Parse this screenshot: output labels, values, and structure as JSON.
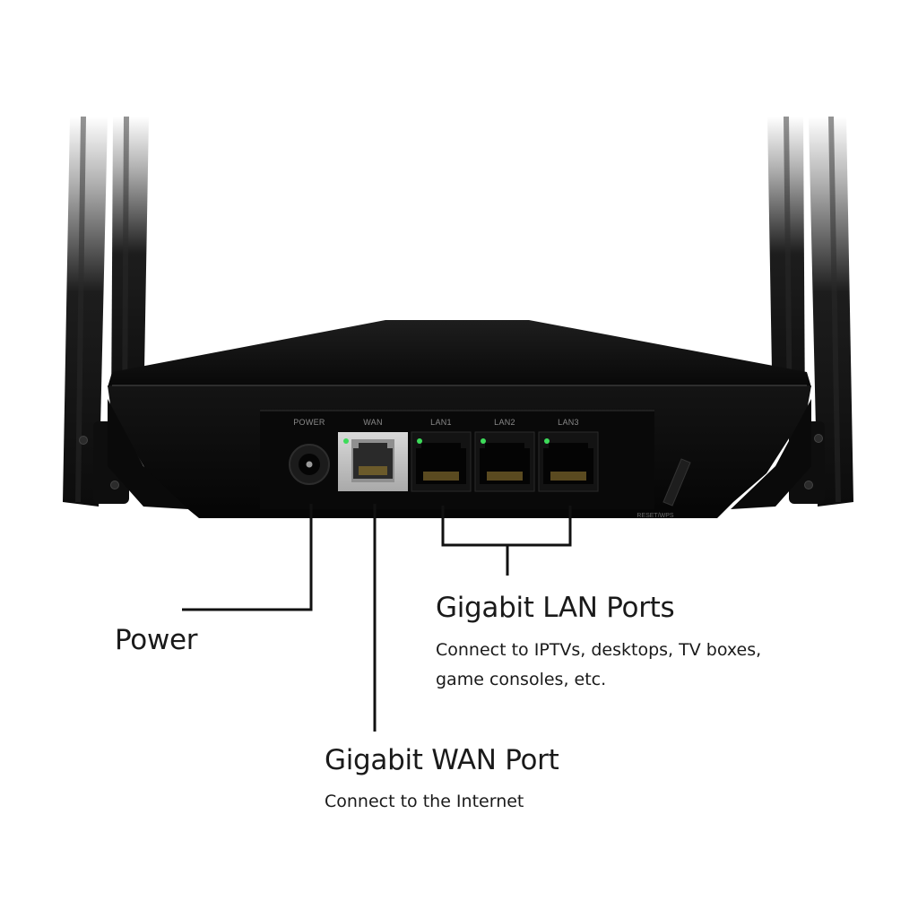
{
  "router": {
    "port_labels": {
      "power": "POWER",
      "wan": "WAN",
      "lan1": "LAN1",
      "lan2": "LAN2",
      "lan3": "LAN3"
    },
    "reset_label": "RESET/WPS",
    "body_color": "#0d0d0d",
    "led_color": "#3ddc5a"
  },
  "callouts": {
    "power": {
      "title": "Power"
    },
    "wan": {
      "title": "Gigabit WAN Port",
      "description": "Connect to the Internet"
    },
    "lan": {
      "title": "Gigabit LAN Ports",
      "description_line1": "Connect to IPTVs, desktops, TV boxes,",
      "description_line2": "game consoles, etc."
    }
  }
}
